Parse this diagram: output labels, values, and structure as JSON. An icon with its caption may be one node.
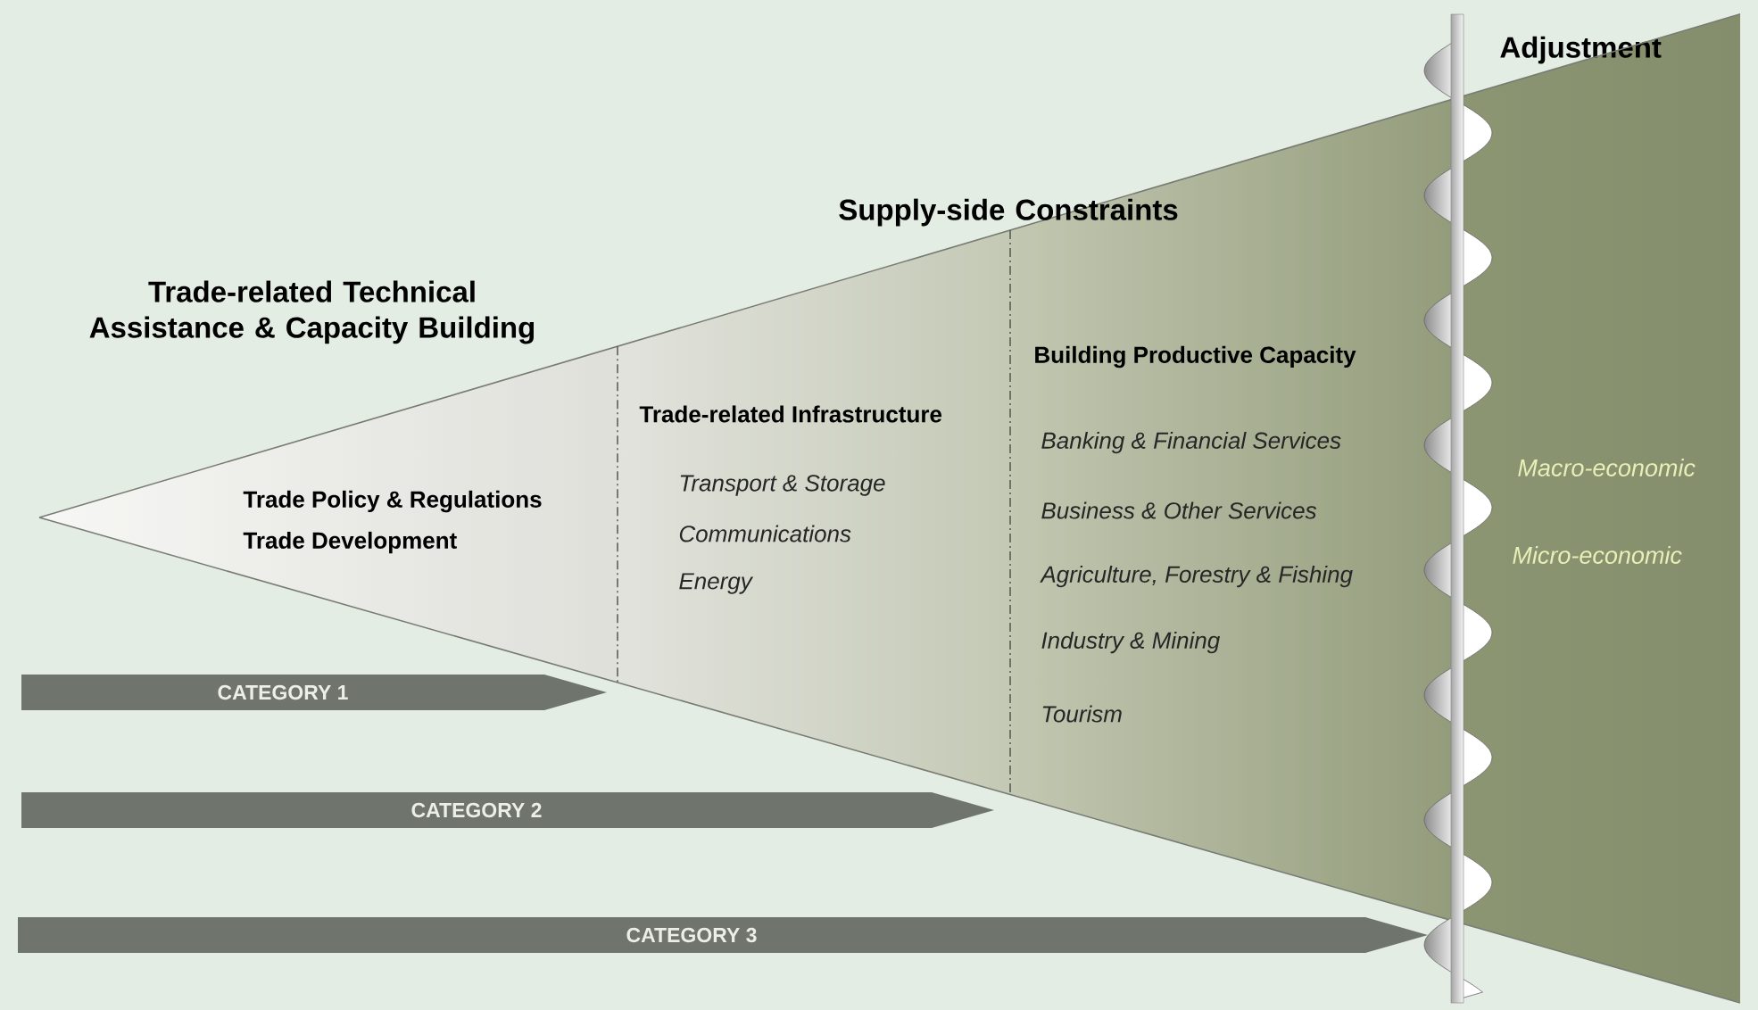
{
  "diagram": {
    "nodes": [
      {
        "text": [
          "Trade Policy & Regulations",
          "Trade Development"
        ]
      },
      {
        "text": [
          "Trade-related Infrastructure",
          "Transport & Storage",
          "Communications",
          "Energy"
        ]
      },
      {
        "text": [
          "Building Productive Capacity",
          "Banking & Financial Services",
          "Business & Other Services",
          "Agriculture, Forestry & Fishing",
          "Industry & Mining",
          "Tourism"
        ]
      },
      {
        "text": [
          "Adjustment",
          "Macro-economic",
          "Micro-economic"
        ]
      },
      {
        "text": [
          "CATEGORY 1"
        ]
      },
      {
        "text": [
          "CATEGORY 2"
        ]
      },
      {
        "text": [
          "CATEGORY 3"
        ]
      }
    ],
    "labels": [
      "Trade-related Technical Assistance & Capacity Building",
      "Supply-side Constraints"
    ]
  }
}
